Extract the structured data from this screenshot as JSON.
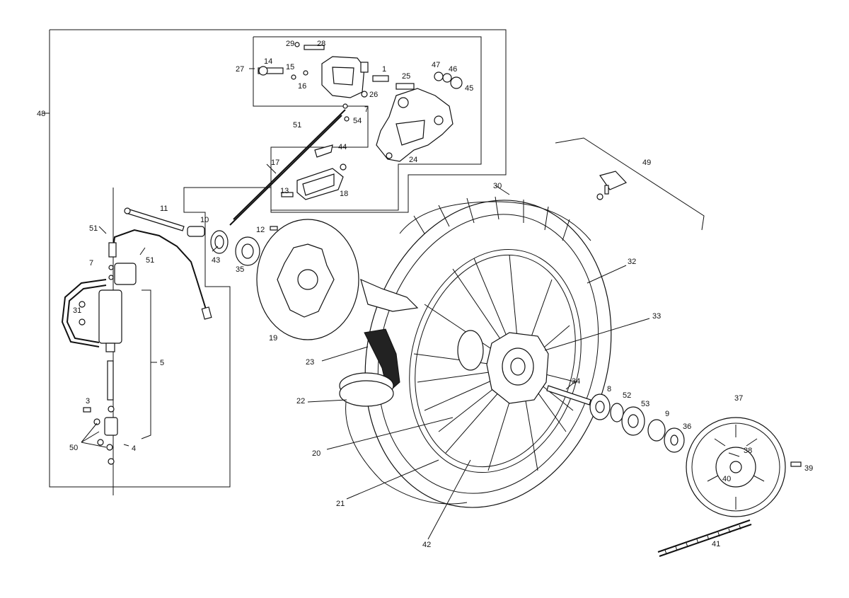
{
  "colors": {
    "ink": "#111111",
    "background": "#ffffff"
  },
  "parts": [
    {
      "id": "p48",
      "text": "48"
    },
    {
      "id": "p27",
      "text": "27"
    },
    {
      "id": "p29",
      "text": "29"
    },
    {
      "id": "p28",
      "text": "28"
    },
    {
      "id": "p14",
      "text": "14"
    },
    {
      "id": "p15",
      "text": "15"
    },
    {
      "id": "p16",
      "text": "16"
    },
    {
      "id": "p1",
      "text": "1"
    },
    {
      "id": "p25",
      "text": "25"
    },
    {
      "id": "p26",
      "text": "26"
    },
    {
      "id": "p7a",
      "text": "7"
    },
    {
      "id": "p54",
      "text": "54"
    },
    {
      "id": "p51a",
      "text": "51"
    },
    {
      "id": "p47",
      "text": "47"
    },
    {
      "id": "p46",
      "text": "46"
    },
    {
      "id": "p45",
      "text": "45"
    },
    {
      "id": "p24",
      "text": "24"
    },
    {
      "id": "p44",
      "text": "44"
    },
    {
      "id": "p17",
      "text": "17"
    },
    {
      "id": "p13",
      "text": "13"
    },
    {
      "id": "p18",
      "text": "18"
    },
    {
      "id": "p11",
      "text": "11"
    },
    {
      "id": "p10",
      "text": "10"
    },
    {
      "id": "p12",
      "text": "12"
    },
    {
      "id": "p51b",
      "text": "51"
    },
    {
      "id": "p51c",
      "text": "51"
    },
    {
      "id": "p7b",
      "text": "7"
    },
    {
      "id": "p43",
      "text": "43"
    },
    {
      "id": "p35",
      "text": "35"
    },
    {
      "id": "p31",
      "text": "31"
    },
    {
      "id": "p19",
      "text": "19"
    },
    {
      "id": "p5",
      "text": "5"
    },
    {
      "id": "p3",
      "text": "3"
    },
    {
      "id": "p50",
      "text": "50"
    },
    {
      "id": "p4",
      "text": "4"
    },
    {
      "id": "p30",
      "text": "30"
    },
    {
      "id": "p49",
      "text": "49"
    },
    {
      "id": "p32",
      "text": "32"
    },
    {
      "id": "p33",
      "text": "33"
    },
    {
      "id": "p23",
      "text": "23"
    },
    {
      "id": "p22",
      "text": "22"
    },
    {
      "id": "p34",
      "text": "34"
    },
    {
      "id": "p8",
      "text": "8"
    },
    {
      "id": "p52",
      "text": "52"
    },
    {
      "id": "p53",
      "text": "53"
    },
    {
      "id": "p9",
      "text": "9"
    },
    {
      "id": "p36",
      "text": "36"
    },
    {
      "id": "p37",
      "text": "37"
    },
    {
      "id": "p38",
      "text": "38"
    },
    {
      "id": "p40",
      "text": "40"
    },
    {
      "id": "p39",
      "text": "39"
    },
    {
      "id": "p20",
      "text": "20"
    },
    {
      "id": "p21",
      "text": "21"
    },
    {
      "id": "p42",
      "text": "42"
    },
    {
      "id": "p41",
      "text": "41"
    }
  ]
}
